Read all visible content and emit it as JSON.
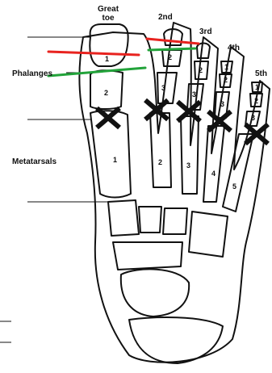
{
  "labels": {
    "great_toe_line1": "Great",
    "great_toe_line2": "toe",
    "second": "2nd",
    "third": "3rd",
    "fourth": "4th",
    "fifth": "5th",
    "phalanges": "Phalanges",
    "metatarsals": "Metatarsals"
  },
  "bone_numbers": {
    "great_toe_distal": "1",
    "great_toe_proximal": "2",
    "toe2_middle": "2",
    "toe2_proximal": "3",
    "toe3_middle": "2",
    "toe3_proximal": "3",
    "toe4_distal": "1",
    "toe4_middle": "2",
    "toe4_proximal": "3",
    "toe5_distal": "1",
    "toe5_middle": "2",
    "toe5_proximal": "3",
    "meta1": "1",
    "meta2": "2",
    "meta3": "3",
    "meta4": "4",
    "meta5": "5"
  },
  "colors": {
    "outline": "#111111",
    "red_line": "#e8231f",
    "green_line": "#22a33a",
    "marker": "#111111"
  },
  "markers": [
    "x-mark",
    "x-mark",
    "x-mark",
    "x-mark",
    "x-mark"
  ]
}
